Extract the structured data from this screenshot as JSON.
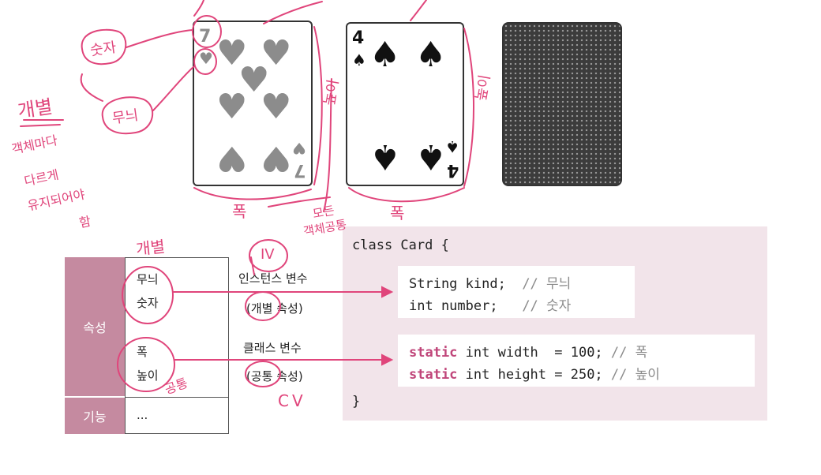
{
  "cards": {
    "seven_hearts": {
      "rank": "7",
      "suit": "♥"
    },
    "four_spades": {
      "rank": "4",
      "suit": "♠"
    }
  },
  "table": {
    "row_attributes": "속성",
    "row_functions": "기능",
    "instance_items": [
      "무늬",
      "숫자"
    ],
    "class_items": [
      "폭",
      "높이"
    ],
    "function_items": "..."
  },
  "labels": {
    "instance_var": "인스턴스 변수",
    "instance_desc": "(개별 속성)",
    "class_var": "클래스 변수",
    "class_desc": "(공통 속성)"
  },
  "code": {
    "line1": "class Card {",
    "kind_decl": "String kind;",
    "kind_comment": "// 무늬",
    "number_decl": "int number;",
    "number_comment": "// 숫자",
    "static_kw": "static",
    "width_decl": "int width  = 100;",
    "width_comment": "// 폭",
    "height_decl": "int height = 250;",
    "height_comment": "// 높이",
    "close": "}"
  },
  "annotations": {
    "number": "숫자",
    "suit": "무늬",
    "individual": "개별",
    "individual_note_1": "객체마다",
    "individual_note_2": "다르게",
    "individual_note_3": "유지되어야",
    "individual_note_4": "함",
    "height_1": "높이",
    "height_2": "높이",
    "width_1": "폭",
    "width_2": "폭",
    "all_objects_common_1": "모든",
    "all_objects_common_2": "객체공통",
    "individual_table": "개별",
    "iv": "IV",
    "cv": "CV",
    "common": "공통"
  },
  "colors": {
    "accent": "#c58aa0",
    "ink": "#e0457b",
    "panel": "#f2e4ea",
    "keyword": "#c0467a"
  }
}
